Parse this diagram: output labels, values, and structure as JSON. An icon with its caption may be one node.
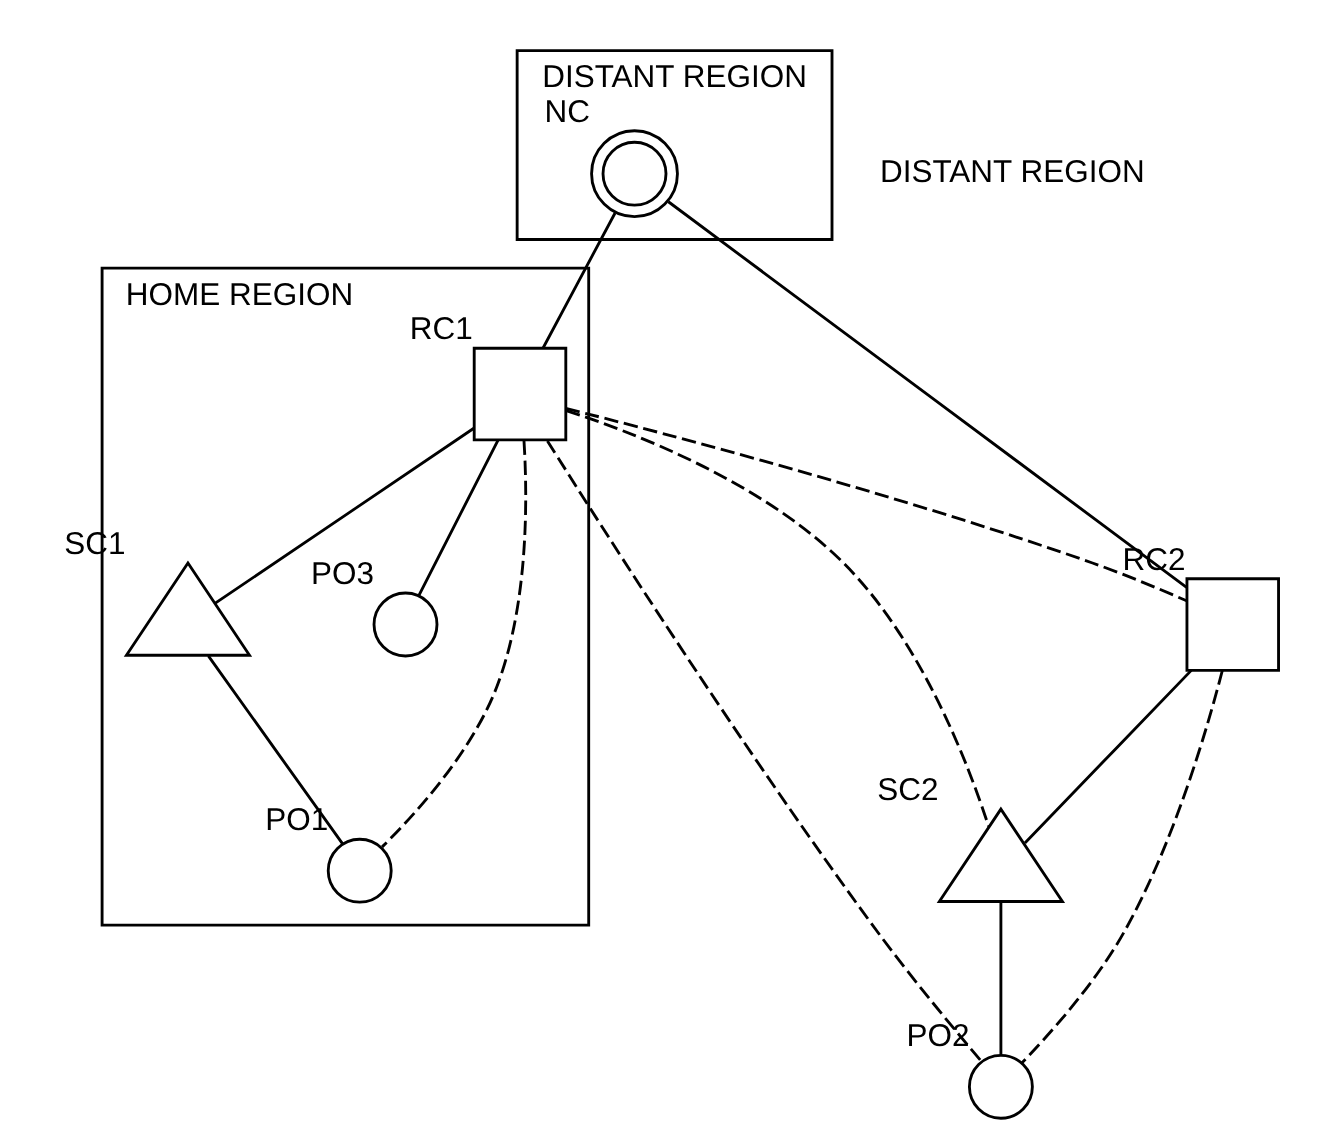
{
  "diagram": {
    "nodes": [
      {
        "text": [
          "HOME REGION"
        ]
      },
      {
        "text": [
          "DISTANT REGION"
        ]
      },
      {
        "text": [],
        "shape": "circle",
        "beside": [
          "NC"
        ],
        "in": 1
      },
      {
        "text": [],
        "shape": "box",
        "beside": [
          "RC1"
        ],
        "in": 0
      },
      {
        "text": [],
        "shape": "box",
        "beside": [
          "RC2"
        ]
      },
      {
        "text": [],
        "shape": "triangle",
        "beside": [
          "SC1"
        ],
        "in": 0
      },
      {
        "text": [],
        "shape": "triangle",
        "beside": [
          "SC2"
        ]
      },
      {
        "text": [],
        "shape": "circle",
        "beside": [
          "PO3"
        ],
        "in": 0
      },
      {
        "text": [],
        "shape": "circle",
        "beside": [
          "PO1"
        ],
        "in": 0
      },
      {
        "text": [],
        "shape": "circle",
        "beside": [
          "PO2"
        ]
      }
    ],
    "edges": [
      {
        "from": 2,
        "to": 3,
        "arrow": "none"
      },
      {
        "from": 2,
        "to": 4,
        "arrow": "none"
      },
      {
        "from": 3,
        "to": 5,
        "arrow": "none"
      },
      {
        "from": 3,
        "to": 7,
        "arrow": "none"
      },
      {
        "from": 5,
        "to": 8,
        "arrow": "none"
      },
      {
        "from": 4,
        "to": 6,
        "arrow": "none"
      },
      {
        "from": 6,
        "to": 9,
        "arrow": "none"
      },
      {
        "from": 3,
        "to": 8,
        "arrow": "none",
        "style": "dashed"
      },
      {
        "from": 3,
        "to": 4,
        "arrow": "none",
        "style": "dashed"
      },
      {
        "from": 3,
        "to": 6,
        "arrow": "none",
        "style": "dashed"
      },
      {
        "from": 3,
        "to": 9,
        "arrow": "none",
        "style": "dashed"
      },
      {
        "from": 4,
        "to": 9,
        "arrow": "none",
        "style": "dashed"
      }
    ],
    "labels": [
      "DISTANT REGION"
    ]
  }
}
